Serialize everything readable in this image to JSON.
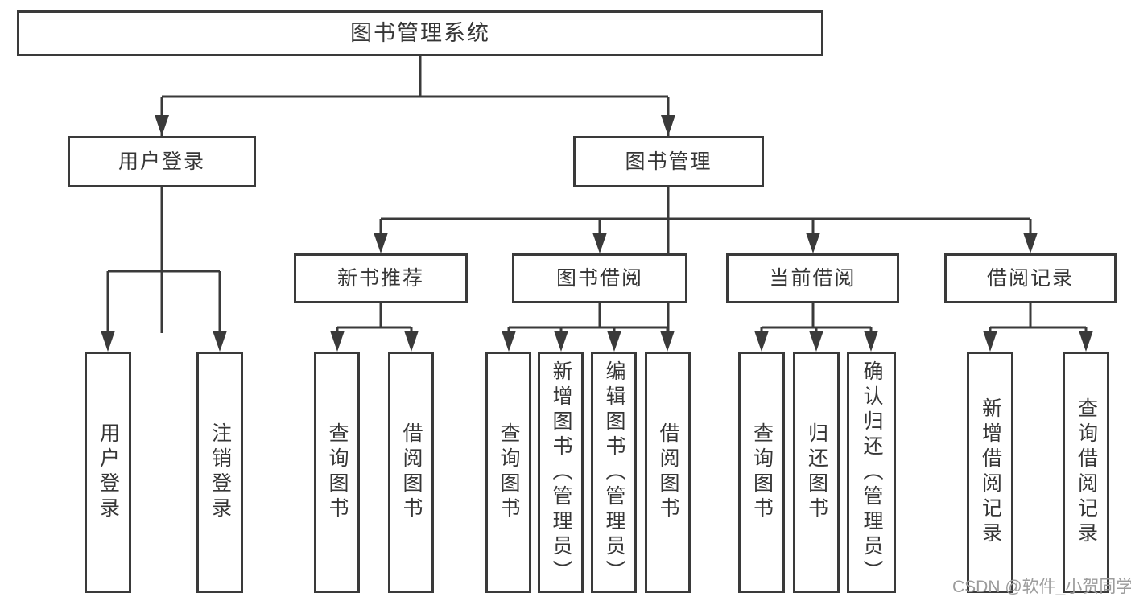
{
  "diagram": {
    "type": "hierarchy-tree",
    "watermark": "CSDN @软件_小贺同学",
    "colors": {
      "line": "#3a3a3a",
      "text": "#363636",
      "watermark": "#9c9c9c",
      "background": "#ffffff"
    },
    "tree": {
      "label": "图书管理系统",
      "children": [
        {
          "label": "用户登录",
          "children": [
            {
              "label": "用户登录"
            },
            {
              "label": "注销登录"
            }
          ]
        },
        {
          "label": "图书管理",
          "children": [
            {
              "label": "新书推荐",
              "children": [
                {
                  "label": "查询图书"
                },
                {
                  "label": "借阅图书"
                }
              ]
            },
            {
              "label": "图书借阅",
              "children": [
                {
                  "label": "查询图书"
                },
                {
                  "label": "新增图书（管理员）"
                },
                {
                  "label": "编辑图书（管理员）"
                },
                {
                  "label": "借阅图书"
                }
              ]
            },
            {
              "label": "当前借阅",
              "children": [
                {
                  "label": "查询图书"
                },
                {
                  "label": "归还图书"
                },
                {
                  "label": "确认归还（管理员）"
                }
              ]
            },
            {
              "label": "借阅记录",
              "children": [
                {
                  "label": "新增借阅记录"
                },
                {
                  "label": "查询借阅记录"
                }
              ]
            }
          ]
        }
      ]
    }
  }
}
